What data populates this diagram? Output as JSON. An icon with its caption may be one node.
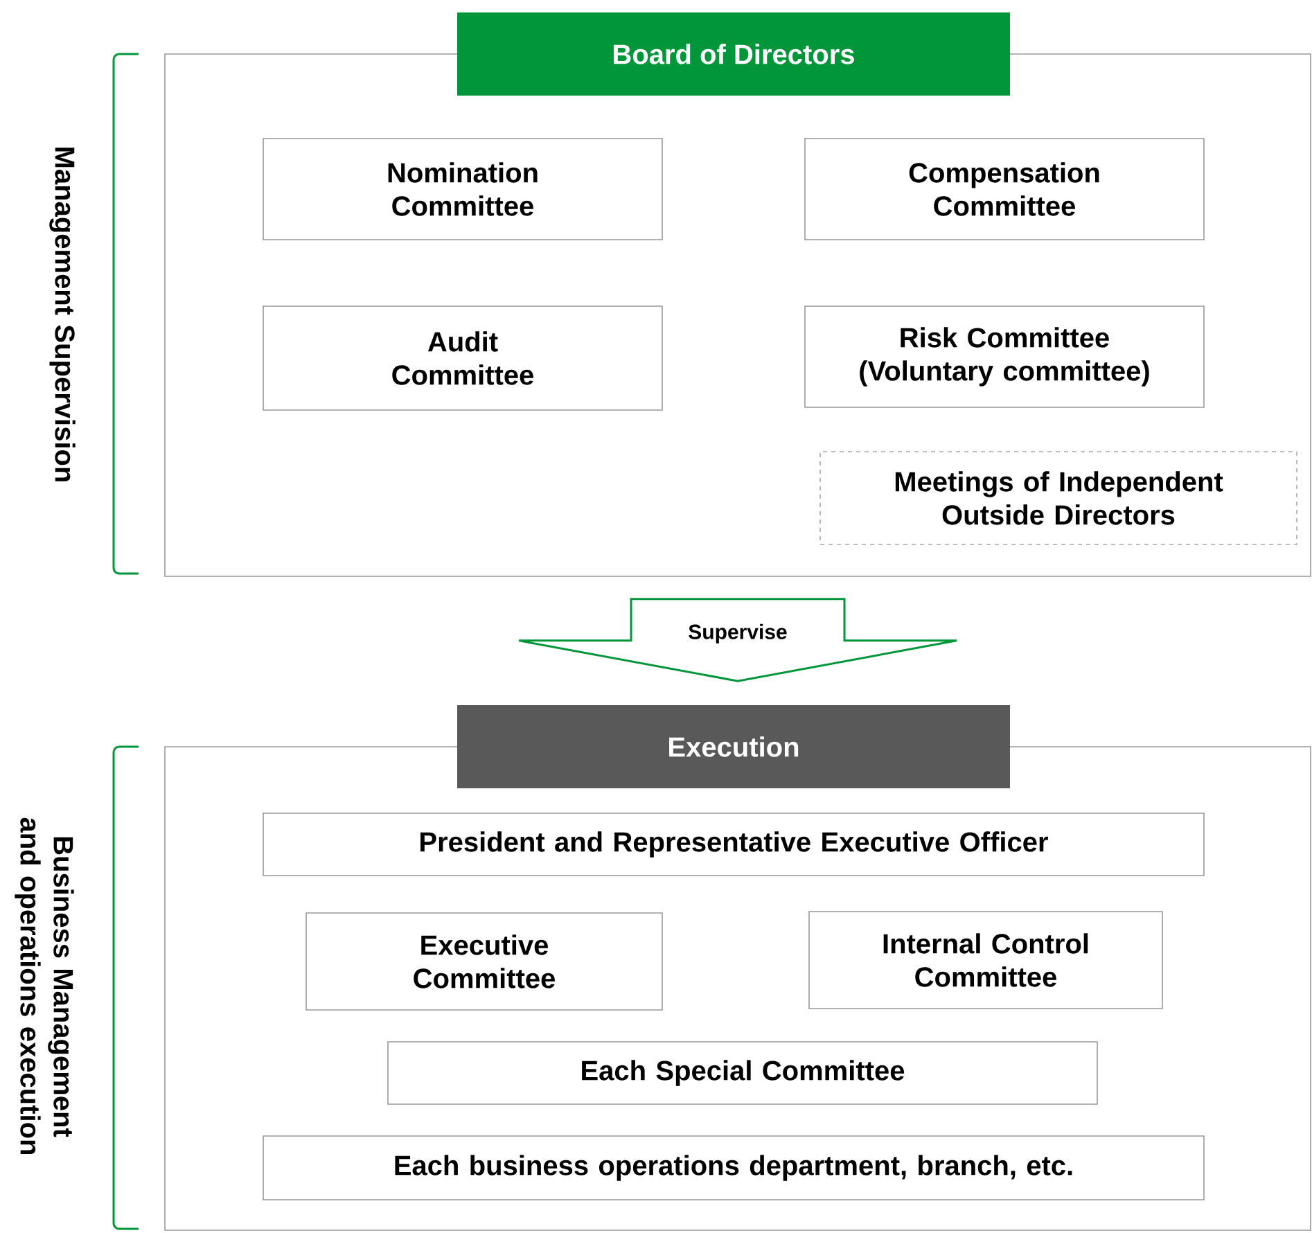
{
  "diagram": {
    "nodes": [
      {
        "text": [
          "Board of Directors"
        ]
      },
      {
        "text": [
          "Nomination Committee"
        ],
        "in": 0
      },
      {
        "text": [
          "Compensation Committee"
        ],
        "in": 0
      },
      {
        "text": [
          "Audit Committee"
        ],
        "in": 0
      },
      {
        "text": [
          "Risk Committee (Voluntary committee)"
        ],
        "in": 0
      },
      {
        "text": [
          "Meetings of Independent Outside Directors"
        ],
        "in": 0
      },
      {
        "text": [
          "Execution"
        ]
      },
      {
        "text": [
          "President and Representative Executive Officer"
        ],
        "in": 6
      },
      {
        "text": [
          "Executive Committee"
        ],
        "in": 6
      },
      {
        "text": [
          "Internal Control Committee"
        ],
        "in": 6
      },
      {
        "text": [
          "Each Special Committee"
        ],
        "in": 6
      },
      {
        "text": [
          "Each business operations department, branch, etc."
        ],
        "in": 6
      }
    ],
    "edges": [
      {
        "from": 0,
        "to": 6,
        "arrow": "to",
        "label": "Supervise"
      }
    ],
    "labels": [
      "Management Supervision",
      "Business Management and operations execution"
    ]
  }
}
